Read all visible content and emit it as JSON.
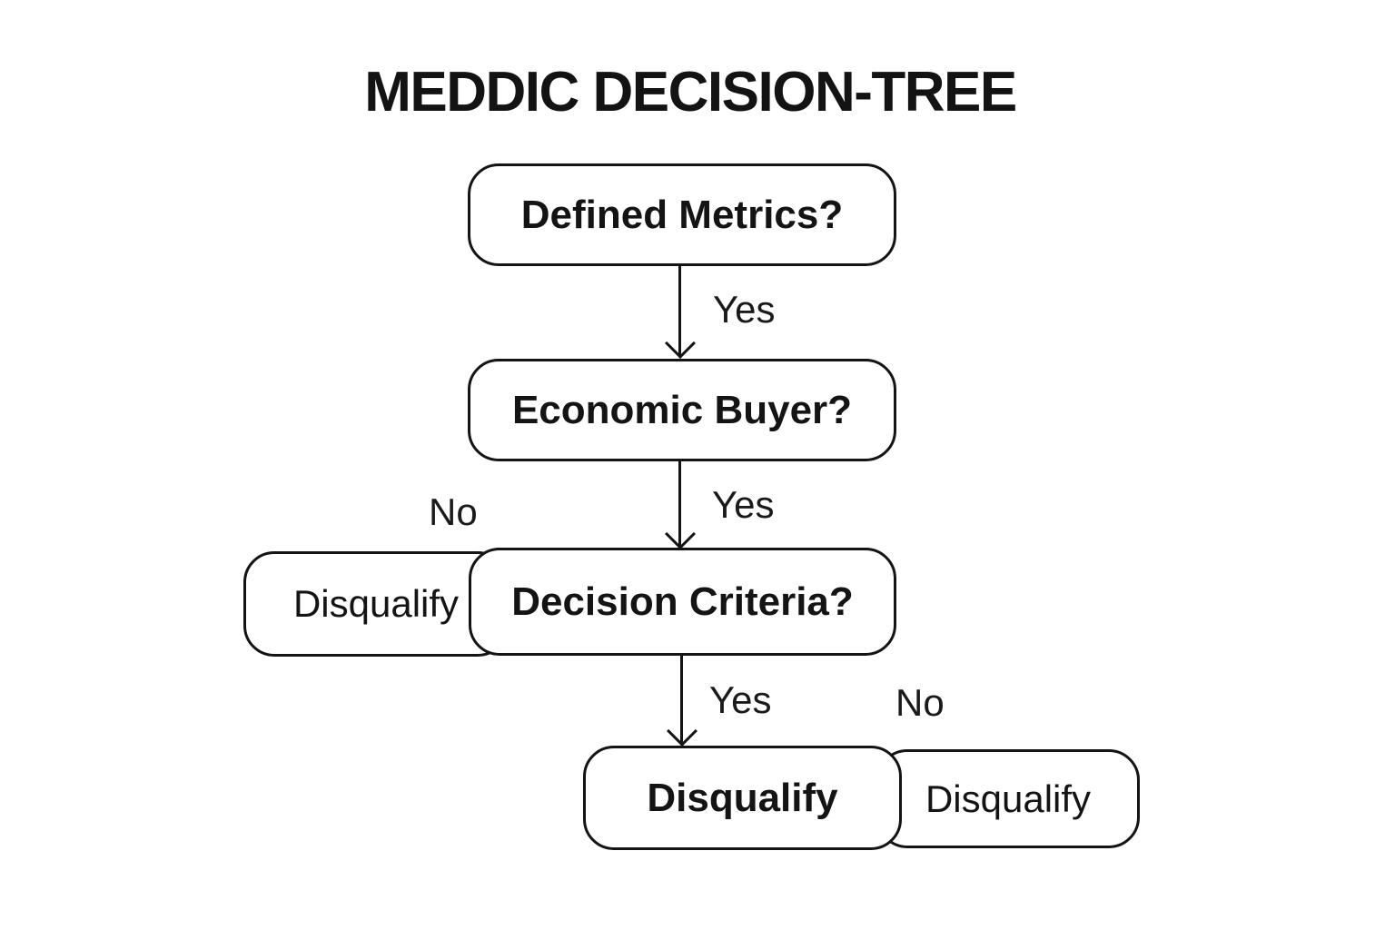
{
  "title": "MEDDIC DECISION-TREE",
  "tree": {
    "level1": {
      "question": "Defined Metrics?"
    },
    "level2": {
      "question": "Economic Buyer?"
    },
    "level3": {
      "question": "Decision Criteria?",
      "no_result": "Disqualify"
    },
    "level4": {
      "yes_result": "Disqualify",
      "no_result": "Disqualify"
    }
  },
  "edge_labels": {
    "metrics_yes": "Yes",
    "buyer_yes": "Yes",
    "buyer_no": "No",
    "criteria_yes": "Yes",
    "criteria_no": "No"
  },
  "colors": {
    "ink": "#141414",
    "background": "#ffffff"
  }
}
